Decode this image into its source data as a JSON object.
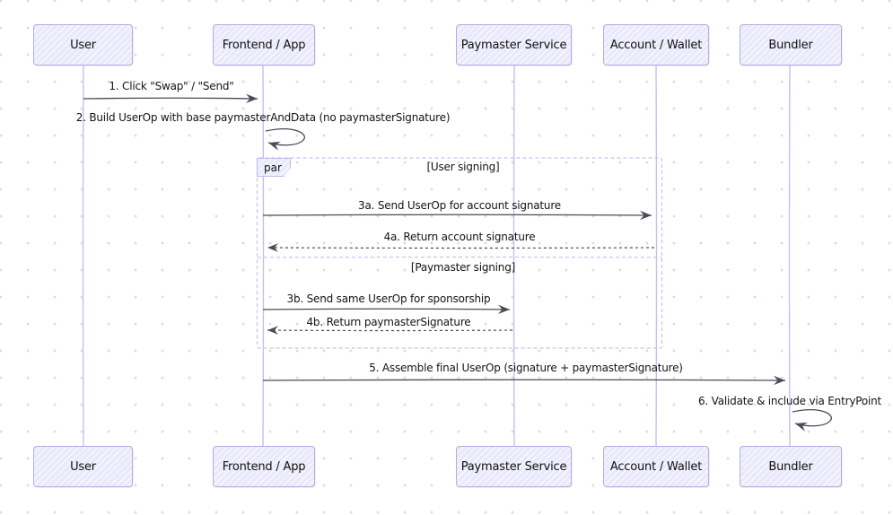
{
  "diagram": {
    "kind": "sequence-diagram",
    "actors": [
      {
        "label": "User"
      },
      {
        "label": "Frontend / App"
      },
      {
        "label": "Paymaster Service"
      },
      {
        "label": "Account / Wallet"
      },
      {
        "label": "Bundler"
      }
    ],
    "messages": {
      "m1": "1. Click \"Swap\" / \"Send\"",
      "m2": "2. Build UserOp with base paymasterAndData (no paymasterSignature)",
      "m3a": "3a. Send UserOp for account signature",
      "m4a": "4a. Return account signature",
      "m3b": "3b. Send same UserOp for sponsorship",
      "m4b": "4b. Return paymasterSignature",
      "m5": "5. Assemble final UserOp (signature + paymasterSignature)",
      "m6": "6. Validate & include via EntryPoint"
    },
    "par": {
      "label": "par",
      "section1": "[User signing]",
      "section2": "[Paymaster signing]"
    },
    "colors": {
      "actor_fill": "#e9e9fb",
      "actor_border": "#b4ade2",
      "lifeline": "#c7bfee",
      "frame_border": "#c8c1ef",
      "arrow": "#4b4b57",
      "text": "#141414",
      "background_dot": "#e3d8e0"
    }
  }
}
